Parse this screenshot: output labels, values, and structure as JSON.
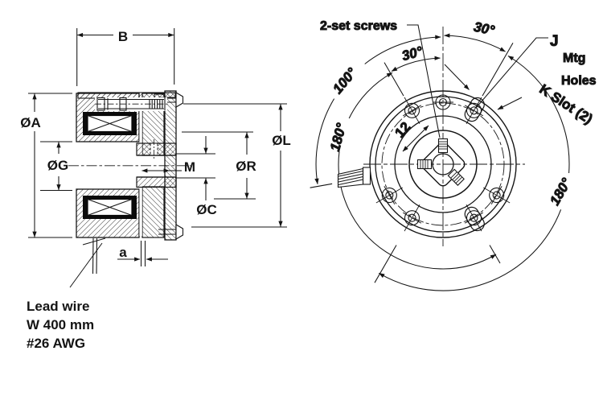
{
  "drawing": {
    "left_view": {
      "dim_B": "B",
      "dim_OA": "ØA",
      "dim_OG": "ØG",
      "dim_M": "M",
      "dim_OR": "ØR",
      "dim_OL": "ØL",
      "dim_OC": "ØC",
      "dim_a": "a",
      "lead_wire_note": {
        "line1": "Lead wire",
        "line2": "W 400 mm",
        "line3": "#26 AWG"
      }
    },
    "right_view": {
      "set_screws_label": "2-set screws",
      "angle_30_inner": "30°",
      "angle_30_outer": "30°",
      "angle_100": "100°",
      "angle_180_left": "180°",
      "angle_180_right": "180°",
      "dim_12": "12",
      "j_label": "J",
      "mtg_label": "Mtg",
      "holes_label": "Holes",
      "k_slot_label": "K Slot (2)"
    }
  }
}
